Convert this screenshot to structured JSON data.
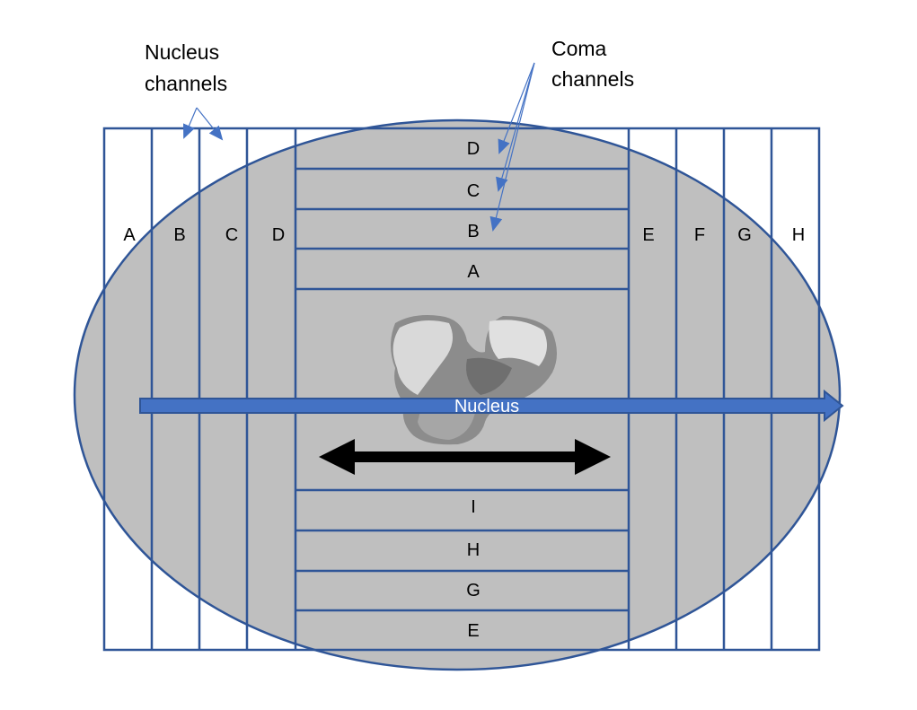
{
  "annotations": {
    "nucleus_channels": [
      "Nucleus",
      "channels"
    ],
    "coma_channels": [
      "Coma",
      "channels"
    ]
  },
  "nucleus_columns_left": [
    "A",
    "B",
    "C",
    "D"
  ],
  "nucleus_columns_right": [
    "E",
    "F",
    "G",
    "H"
  ],
  "coma_rows_top": [
    "D",
    "C",
    "B",
    "A"
  ],
  "coma_rows_bottom": [
    "I",
    "H",
    "G",
    "E"
  ],
  "nucleus_arrow_label": "Nucleus",
  "colors": {
    "grid": "#2F5597",
    "coma_fill": "#BFBFBF",
    "arrow_blue": "#4472C4",
    "arrow_black": "#000000"
  }
}
